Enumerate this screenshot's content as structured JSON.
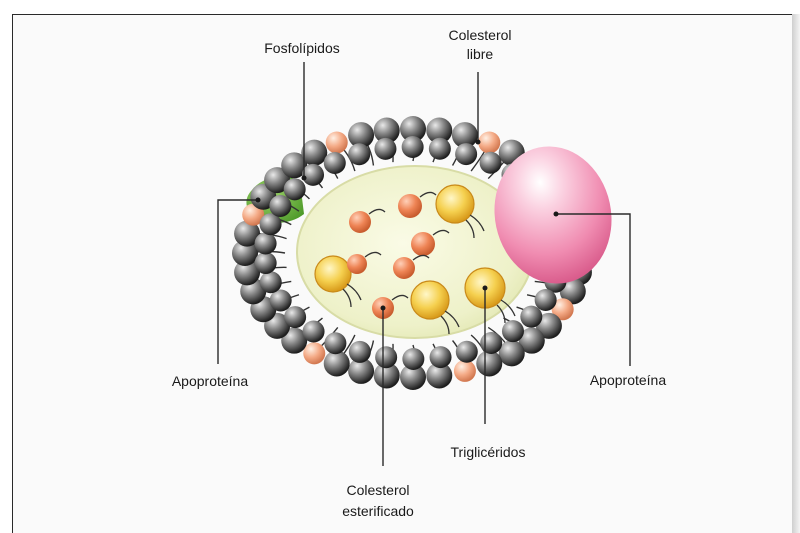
{
  "labels": {
    "fosfolipidos": "Fosfolípidos",
    "colesterol_libre_1": "Colesterol",
    "colesterol_libre_2": "libre",
    "apoproteina_left": "Apoproteína",
    "apoproteina_right": "Apoproteína",
    "trigliceridos": "Triglicéridos",
    "colesterol_esterificado_1": "Colesterol",
    "colesterol_esterificado_2": "esterificado"
  },
  "colors": {
    "phospholipid_head": "#4b4b4b",
    "free_cholesterol": "#f2a580",
    "core": "#eff2cf",
    "apoprotein_pink": "#f08cb1",
    "apoprotein_green": "#6db33f",
    "triglyceride": "#f2c94c",
    "esterified_cholesterol": "#ec7f52"
  }
}
